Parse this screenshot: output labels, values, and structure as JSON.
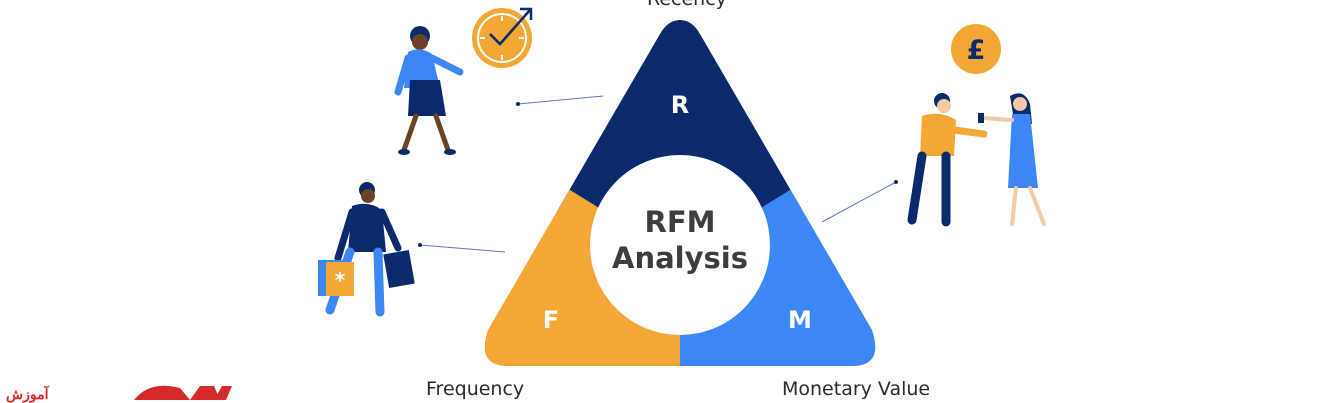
{
  "diagram": {
    "center_title_line1": "RFM",
    "center_title_line2": "Analysis",
    "segments": {
      "recency": {
        "letter": "R",
        "label": "Recency",
        "color": "#0b2a6b"
      },
      "frequency": {
        "letter": "F",
        "label": "Frequency",
        "color": "#f2a736"
      },
      "monetary": {
        "letter": "M",
        "label": "Monetary Value",
        "color": "#3d86f5"
      }
    },
    "currency_symbol": "£"
  },
  "colors": {
    "navy": "#0b2a6b",
    "orange": "#f2a736",
    "blue": "#3d86f5",
    "skin_dark": "#6b4226",
    "skin_light": "#f3c9a8"
  },
  "watermark": {
    "text": "آموزش",
    "logo": "ON"
  }
}
